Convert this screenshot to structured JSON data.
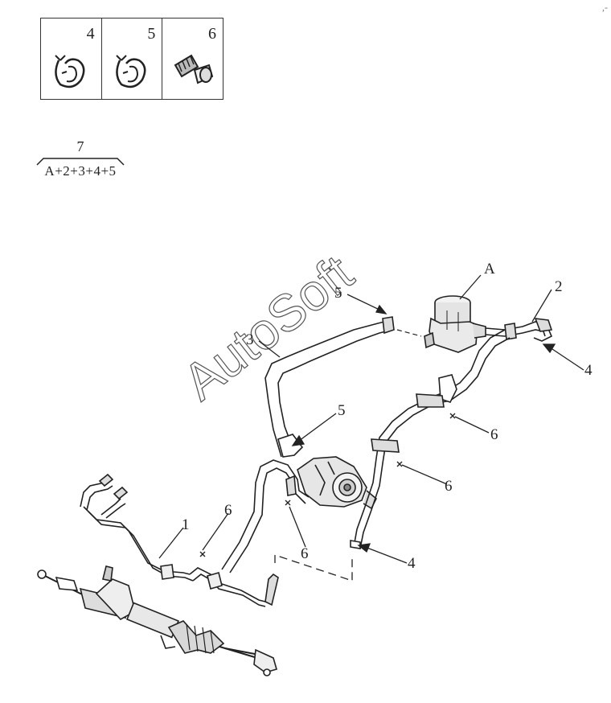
{
  "legend": [
    {
      "number": "4",
      "icon": "hose-clamp-icon"
    },
    {
      "number": "5",
      "icon": "hose-clamp-icon"
    },
    {
      "number": "6",
      "icon": "bolt-icon"
    }
  ],
  "kit": {
    "number": "7",
    "formula": "A+2+3+4+5"
  },
  "watermark": "AutoSoft",
  "corner_mark": ",-",
  "callouts": {
    "A": "A",
    "c1": "1",
    "c2": "2",
    "c3": "3",
    "c4_right": "4",
    "c4_bottom": "4",
    "c5_top": "5",
    "c5_mid": "5",
    "c6_pump": "6",
    "c6_clamp_upper": "6",
    "c6_clamp_lower": "6",
    "c6_left": "6"
  }
}
